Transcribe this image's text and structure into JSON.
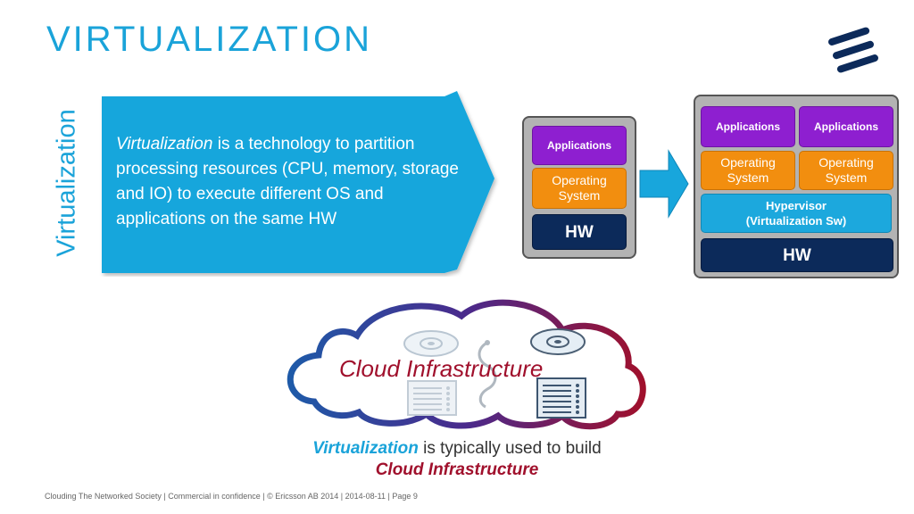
{
  "title": "VIRTUALIZATION",
  "side_label": "Virtualization",
  "description": {
    "lead": "Virtualization",
    "rest": " is a technology to partition processing resources (CPU, memory, storage and IO) to execute different OS and applications on the same HW"
  },
  "single_stack": {
    "applications": "Applications",
    "os": "Operating System",
    "hw": "HW"
  },
  "virtual_stack": {
    "applications_1": "Applications",
    "applications_2": "Applications",
    "os_1": "Operating System",
    "os_2": "Operating System",
    "hypervisor": "Hypervisor (Virtualization Sw)",
    "hw": "HW"
  },
  "cloud": {
    "label": "Cloud Infrastructure"
  },
  "caption": {
    "lead": "Virtualization",
    "middle": " is typically used to build",
    "line2": "Cloud Infrastructure"
  },
  "footer": "Clouding The Networked Society  |  Commercial in confidence  |  © Ericsson AB 2014  |  2014-08-11  |  Page 9",
  "colors": {
    "accent_blue": "#1aa3d9",
    "purple": "#8e1fd0",
    "orange": "#f28e0f",
    "navy": "#0c2a5a",
    "crimson": "#a0102c"
  }
}
